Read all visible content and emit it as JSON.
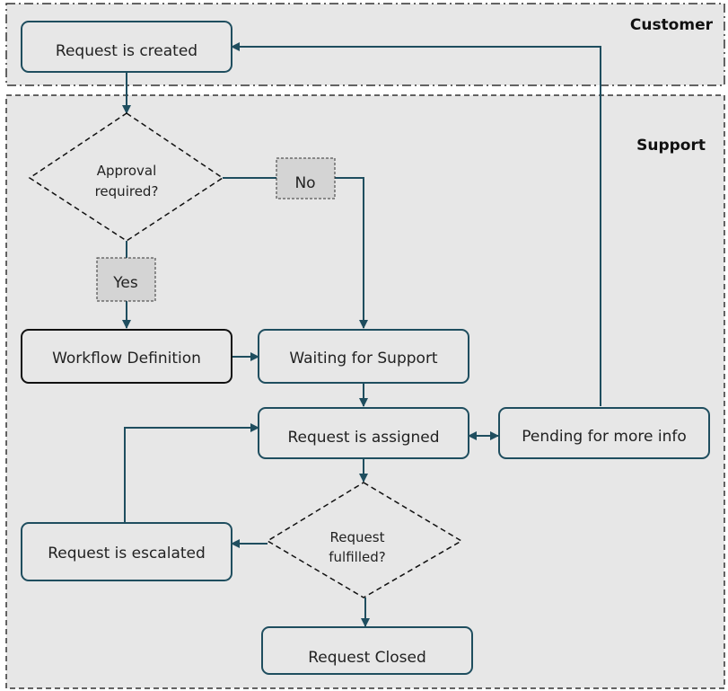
{
  "lanes": {
    "customer": "Customer",
    "support": "Support"
  },
  "nodes": {
    "request_created": "Request is created",
    "approval_line1": "Approval",
    "approval_line2": "required?",
    "no_label": "No",
    "yes_label": "Yes",
    "workflow_definition": "Workflow Definition",
    "waiting_for_support": "Waiting for Support",
    "request_assigned": "Request is assigned",
    "pending_more_info": "Pending for more info",
    "request_escalated": "Request is escalated",
    "fulfilled_line1": "Request",
    "fulfilled_line2": "fulfilled?",
    "request_closed": "Request Closed"
  },
  "colors": {
    "lane_fill": "#e7e7e7",
    "node_stroke": "#1f4e5f",
    "arrow": "#1f4e5f",
    "label_fill": "#d4d4d4"
  }
}
